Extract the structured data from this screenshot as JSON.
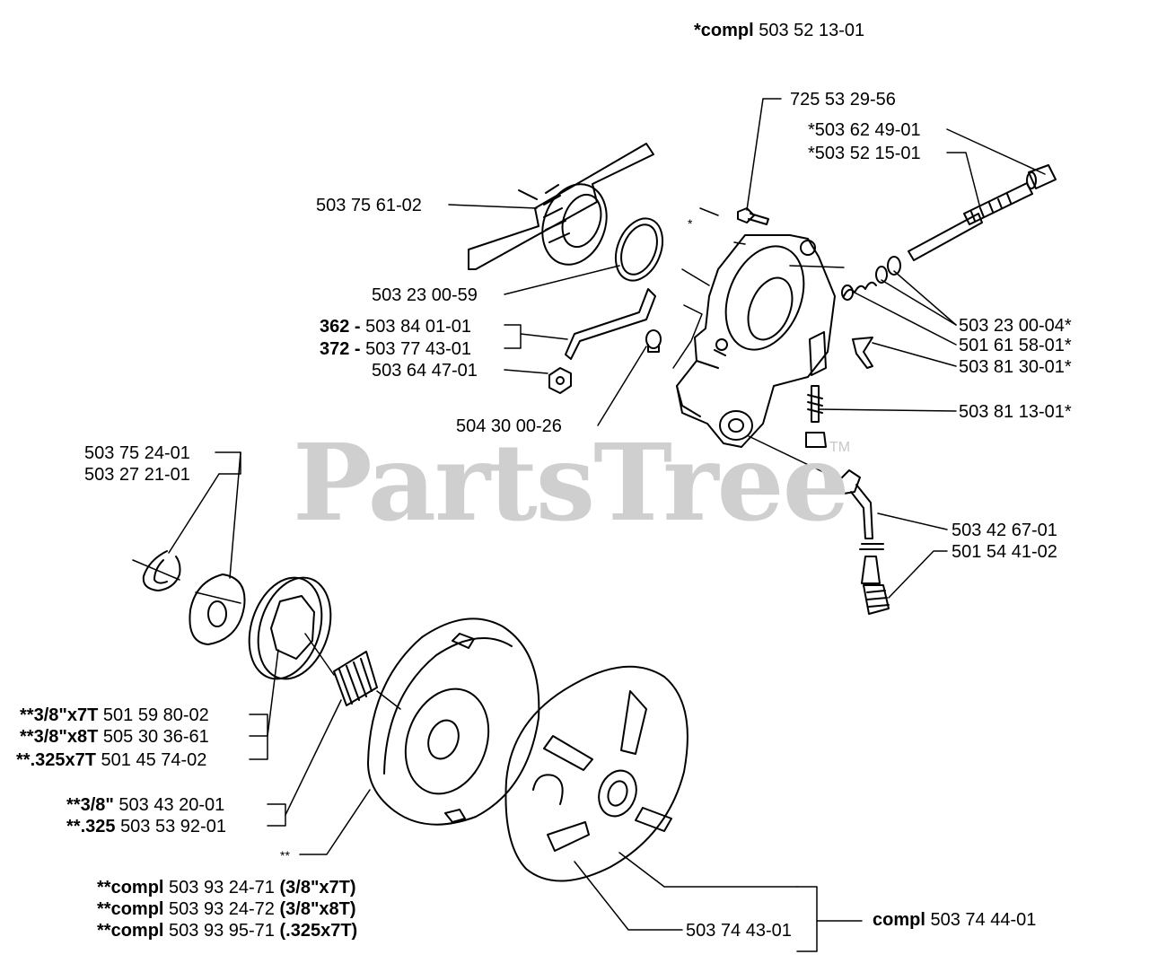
{
  "watermark": {
    "text": "PartsTree",
    "tm": "TM"
  },
  "header": {
    "prefix": "*compl",
    "number": "503 52 13-01"
  },
  "labels": {
    "l725": "725 53 29-56",
    "l503_62": "*503 62 49-01",
    "l503_52_15": "*503 52 15-01",
    "l503_75_61": "503 75 61-02",
    "star": "*",
    "l503_23_00_59": "503 23 00-59",
    "l362_pre": "362 -",
    "l362": "503 84 01-01",
    "l372_pre": "372 -",
    "l372": "503 77 43-01",
    "l503_64": "503 64 47-01",
    "l504_30": "504 30 00-26",
    "l503_23_00_04": "503 23 00-04*",
    "l501_61": "501 61 58-01*",
    "l503_81_30": "503 81 30-01*",
    "l503_81_13": "503 81 13-01*",
    "l503_75_24": "503 75 24-01",
    "l503_27_21": "503 27 21-01",
    "l503_42": "503 42 67-01",
    "l501_54": "501 54 41-02",
    "s1_pre": "**3/8\"x7T",
    "s1": "501 59 80-02",
    "s2_pre": "**3/8\"x8T",
    "s2": "505 30 36-61",
    "s3_pre": "**.325x7T",
    "s3": "501 45 74-02",
    "b1_pre": "**3/8\"",
    "b1": "503 43 20-01",
    "b2_pre": "**.325",
    "b2": "503 53 92-01",
    "dstar": "**",
    "c1_pre": "**compl",
    "c1": "503 93 24-71",
    "c1_post": "(3/8\"x7T)",
    "c2_pre": "**compl",
    "c2": "503 93 24-72",
    "c2_post": "(3/8\"x8T)",
    "c3_pre": "**compl",
    "c3": "503 93 95-71",
    "c3_post": "(.325x7T)",
    "l503_74_43": "503 74 43-01",
    "compl_pre": "compl",
    "compl": "503 74 44-01"
  }
}
